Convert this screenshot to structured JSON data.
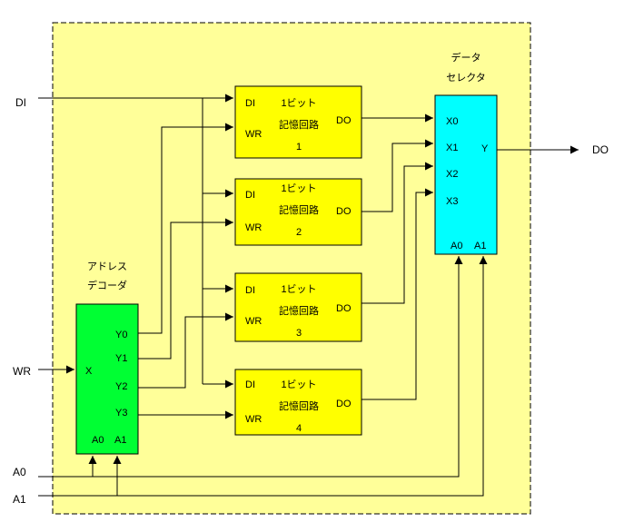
{
  "inputs": {
    "di": "DI",
    "wr": "WR",
    "a0": "A0",
    "a1": "A1"
  },
  "output": {
    "do": "DO"
  },
  "decoder": {
    "title_line1": "アドレス",
    "title_line2": "デコーダ",
    "in_x": "X",
    "out_y0": "Y0",
    "out_y1": "Y1",
    "out_y2": "Y2",
    "out_y3": "Y3",
    "sel_a0": "A0",
    "sel_a1": "A1"
  },
  "memory_cells": [
    {
      "di": "DI",
      "wr": "WR",
      "do": "DO",
      "title_line1": "1ビット",
      "title_line2": "記憶回路",
      "index": "1"
    },
    {
      "di": "DI",
      "wr": "WR",
      "do": "DO",
      "title_line1": "1ビット",
      "title_line2": "記憶回路",
      "index": "2"
    },
    {
      "di": "DI",
      "wr": "WR",
      "do": "DO",
      "title_line1": "1ビット",
      "title_line2": "記憶回路",
      "index": "3"
    },
    {
      "di": "DI",
      "wr": "WR",
      "do": "DO",
      "title_line1": "1ビット",
      "title_line2": "記憶回路",
      "index": "4"
    }
  ],
  "selector": {
    "title_line1": "データ",
    "title_line2": "セレクタ",
    "in_x0": "X0",
    "in_x1": "X1",
    "in_x2": "X2",
    "in_x3": "X3",
    "out_y": "Y",
    "sel_a0": "A0",
    "sel_a1": "A1"
  },
  "colors": {
    "enclosure": "#ffff99",
    "memory_cell": "#ffff00",
    "decoder": "#00ff33",
    "selector": "#00ffff",
    "line": "#000000"
  }
}
